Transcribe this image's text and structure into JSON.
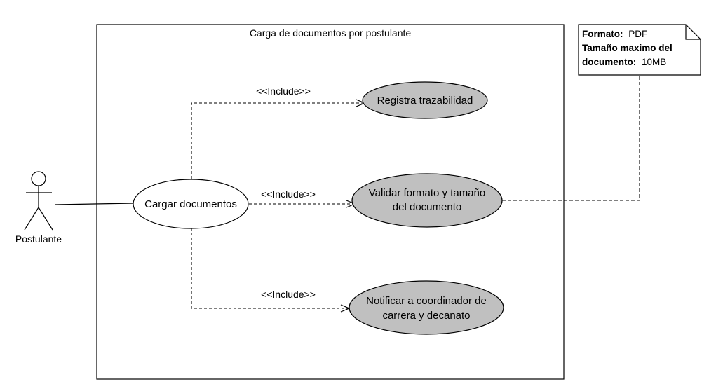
{
  "system": {
    "title": "Carga de documentos por postulante"
  },
  "actor": {
    "name": "Postulante"
  },
  "use_cases": {
    "cargar": {
      "label": "Cargar documentos"
    },
    "registra": {
      "label": "Registra trazabilidad"
    },
    "validar": {
      "line1": "Validar formato y tamaño",
      "line2": "del documento"
    },
    "notificar": {
      "line1": "Notificar a coordinador de",
      "line2": "carrera y decanato"
    }
  },
  "relations": {
    "include_registra": "<<Include>>",
    "include_validar": "<<Include>>",
    "include_notificar": "<<Include>>"
  },
  "note": {
    "formato_label": "Formato:",
    "formato_value": "PDF",
    "tamano_label_1": "Tamaño maximo del",
    "tamano_label_2": "documento:",
    "tamano_value": "10MB"
  },
  "colors": {
    "included_use_case_fill": "#c0c0c0",
    "primary_use_case_fill": "#ffffff",
    "stroke": "#000000"
  }
}
